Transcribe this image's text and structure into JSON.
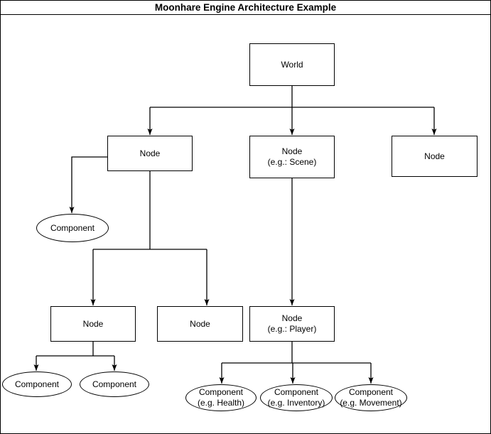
{
  "title": "Moonhare Engine Architecture Example",
  "colors": {
    "stroke": "#000000",
    "shape_fill": "#ffffff",
    "background": "#ffffff"
  },
  "nodes": {
    "world": {
      "label": "World",
      "shape": "rect"
    },
    "node_left": {
      "label": "Node",
      "shape": "rect"
    },
    "node_scene": {
      "label": "Node\n(e.g.: Scene)",
      "shape": "rect"
    },
    "node_right": {
      "label": "Node",
      "shape": "rect"
    },
    "component_left": {
      "label": "Component",
      "shape": "ellipse"
    },
    "node_child_left": {
      "label": "Node",
      "shape": "rect"
    },
    "node_child_mid": {
      "label": "Node",
      "shape": "rect"
    },
    "node_player": {
      "label": "Node\n(e.g.: Player)",
      "shape": "rect"
    },
    "component_a": {
      "label": "Component",
      "shape": "ellipse"
    },
    "component_b": {
      "label": "Component",
      "shape": "ellipse"
    },
    "component_health": {
      "label": "Component\n(e.g. Health)",
      "shape": "ellipse"
    },
    "component_inventory": {
      "label": "Component\n(e.g. Inventory)",
      "shape": "ellipse"
    },
    "component_movement": {
      "label": "Component\n(e.g. Movement)",
      "shape": "ellipse"
    }
  },
  "edges": [
    {
      "from": "world",
      "to": "node_left"
    },
    {
      "from": "world",
      "to": "node_scene"
    },
    {
      "from": "world",
      "to": "node_right"
    },
    {
      "from": "node_left",
      "to": "component_left"
    },
    {
      "from": "node_left",
      "to": "node_child_left"
    },
    {
      "from": "node_left",
      "to": "node_child_mid"
    },
    {
      "from": "node_scene",
      "to": "node_player"
    },
    {
      "from": "node_child_left",
      "to": "component_a"
    },
    {
      "from": "node_child_left",
      "to": "component_b"
    },
    {
      "from": "node_player",
      "to": "component_health"
    },
    {
      "from": "node_player",
      "to": "component_inventory"
    },
    {
      "from": "node_player",
      "to": "component_movement"
    }
  ]
}
